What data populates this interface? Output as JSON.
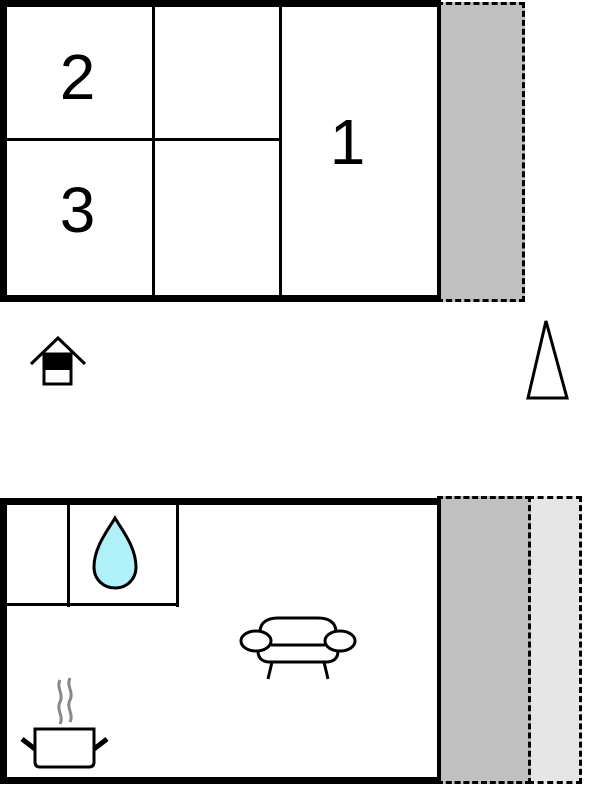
{
  "floor_upper": {
    "rooms": [
      {
        "id": "room-2",
        "label": "2"
      },
      {
        "id": "room-3",
        "label": "3"
      },
      {
        "id": "room-1",
        "label": "1"
      }
    ],
    "terrace": {
      "fill": "#c0c0c0",
      "border": "dashed"
    }
  },
  "symbols": {
    "entrance": "entrance-icon",
    "north": "north-arrow-icon"
  },
  "floor_lower": {
    "bathroom": {
      "icon": "water-drop-icon",
      "fill": "#b0f0f8"
    },
    "living": {
      "icon": "sofa-icon"
    },
    "kitchen": {
      "icon": "cooking-pot-icon"
    },
    "terrace_inner": {
      "fill": "#c0c0c0"
    },
    "terrace_outer": {
      "fill": "#e6e6e6"
    }
  },
  "colors": {
    "wall": "#000000",
    "terrace_dark": "#c0c0c0",
    "terrace_light": "#e6e6e6",
    "water": "#b0f0f8",
    "steam": "#888888"
  }
}
